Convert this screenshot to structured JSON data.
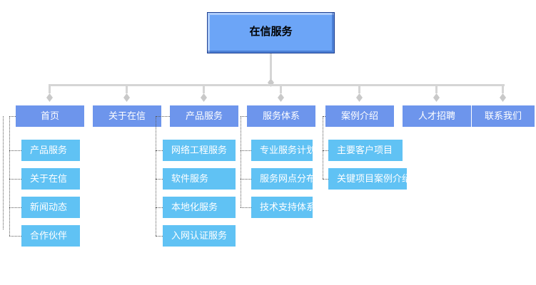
{
  "root": {
    "label": "在信服务"
  },
  "nav": [
    {
      "label": "首页",
      "children": [
        "产品服务",
        "关于在信",
        "新闻动态",
        "合作伙伴"
      ]
    },
    {
      "label": "关于在信",
      "children": []
    },
    {
      "label": "产品服务",
      "children": [
        "网络工程服务",
        "软件服务",
        "本地化服务",
        "入网认证服务"
      ]
    },
    {
      "label": "服务体系",
      "children": [
        "专业服务计划",
        "服务网点分布",
        "技术支持体系"
      ]
    },
    {
      "label": "案例介绍",
      "children": [
        "主要客户项目",
        "关键项目案例介绍"
      ]
    },
    {
      "label": "人才招聘",
      "children": []
    },
    {
      "label": "联系我们",
      "children": []
    }
  ],
  "colors": {
    "root_fill": "#6ca5f7",
    "root_border": "#1b3d91",
    "root_text": "#000000",
    "level1_fill": "#6d95ec",
    "level2_fill": "#60c2f4",
    "node_text": "#ffffff",
    "solid_connector": "#d5d5d5",
    "arrow_diamond": "#c9c9c9",
    "dotted_connector": "#5a5a5a"
  }
}
